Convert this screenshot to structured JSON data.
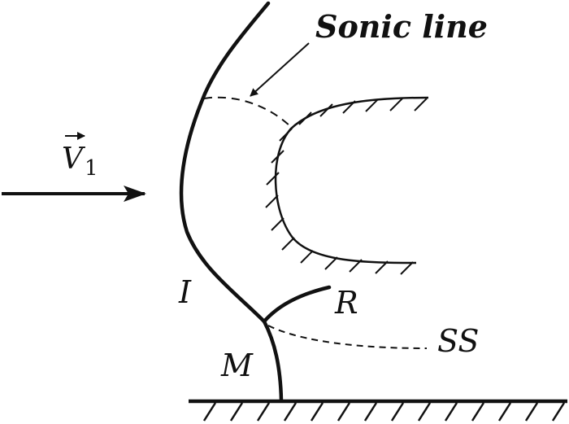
{
  "labels": {
    "sonic_line": "Sonic line",
    "velocity_symbol": "V",
    "velocity_subscript": "1",
    "incident_shock": "I",
    "reflected_shock": "R",
    "mach_stem": "M",
    "slip_stream": "SS"
  },
  "colors": {
    "ink": "#111111"
  }
}
